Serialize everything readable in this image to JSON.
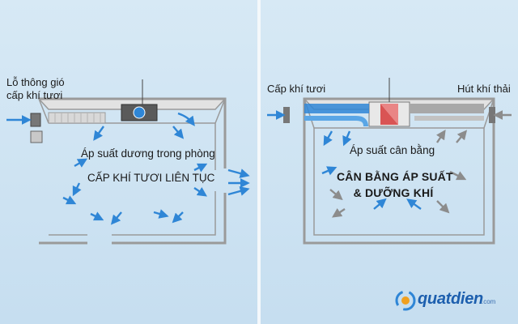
{
  "left_panel": {
    "vent_label_line1": "Lỗ thông gió",
    "vent_label_line2": "cấp khí tươi",
    "pressure_label": "Áp suất dương trong phòng",
    "supply_label": "CẤP KHÍ TƯƠI LIÊN TỤC"
  },
  "right_panel": {
    "supply_label": "Cấp khí tươi",
    "exhaust_label": "Hút khí thải",
    "pressure_label": "Áp suất cân bằng",
    "main_line1": "CÂN BẰNG ÁP SUẤT",
    "main_line2": "& DƯỠNG KHÍ"
  },
  "logo": {
    "name": "quatdien",
    "domain": ".com"
  },
  "colors": {
    "fresh_air": "#2f86d6",
    "exhaust_air": "#8c8c8c",
    "wall": "#9a9a9a",
    "heat_exchanger": "#d63a3a"
  }
}
